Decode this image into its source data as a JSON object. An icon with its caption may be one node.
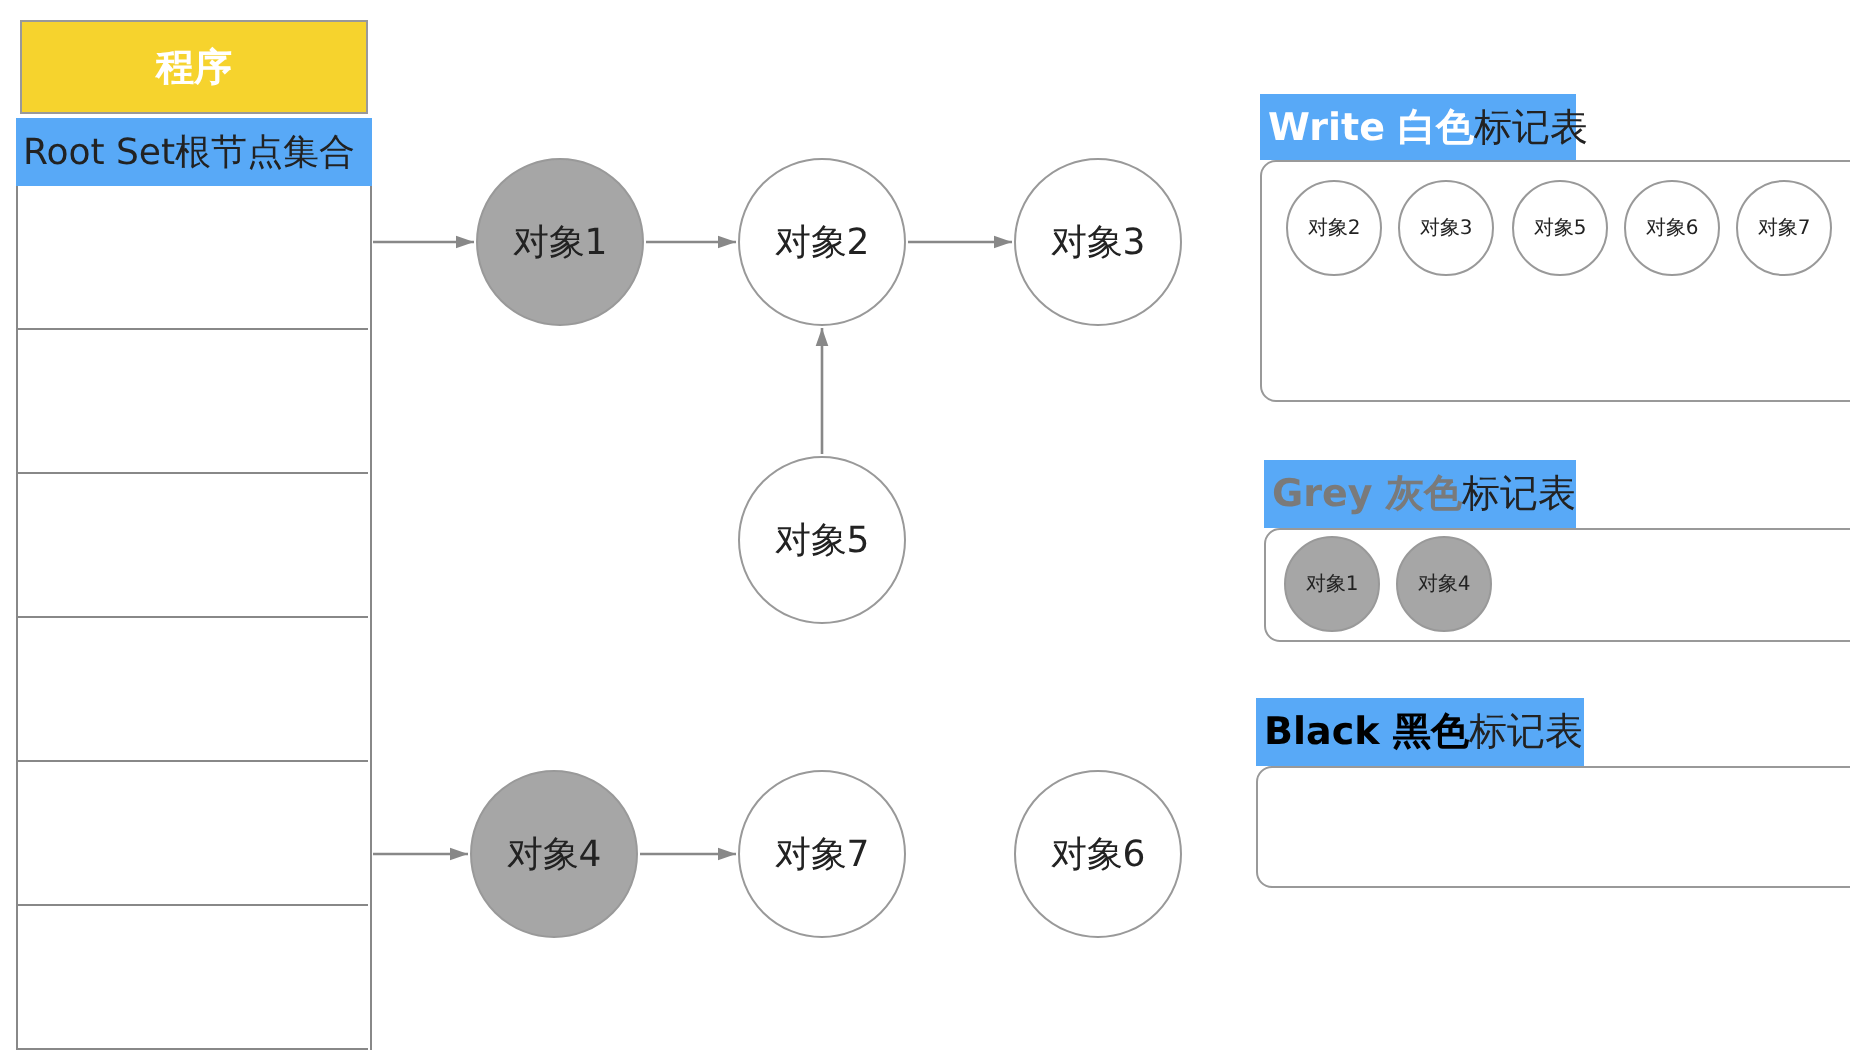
{
  "diagram": {
    "nodes": [
      {
        "text": [
          "程序"
        ]
      },
      {
        "text": [
          "Root Set根节点集合"
        ]
      },
      {
        "text": [],
        "shape": "box",
        "in": 1
      },
      {
        "text": [],
        "shape": "box",
        "in": 1
      },
      {
        "text": [],
        "shape": "box",
        "in": 1
      },
      {
        "text": [],
        "shape": "box",
        "in": 1
      },
      {
        "text": [],
        "shape": "box",
        "in": 1
      },
      {
        "text": [],
        "shape": "box",
        "in": 1
      },
      {
        "text": [
          "对象1"
        ]
      },
      {
        "text": [
          "对象2"
        ]
      },
      {
        "text": [
          "对象3"
        ]
      },
      {
        "text": [
          "对象5"
        ]
      },
      {
        "text": [
          "对象4"
        ]
      },
      {
        "text": [
          "对象7"
        ]
      },
      {
        "text": [
          "对象6"
        ]
      },
      {
        "text": [
          "**Write 白色**标记表"
        ]
      },
      {
        "text": [
          "对象2"
        ],
        "in": 15
      },
      {
        "text": [
          "对象3"
        ],
        "in": 15
      },
      {
        "text": [
          "对象5"
        ],
        "in": 15
      },
      {
        "text": [
          "对象6"
        ],
        "in": 15
      },
      {
        "text": [
          "对象7"
        ],
        "in": 15
      },
      {
        "text": [
          "**Grey 灰色**标记表"
        ]
      },
      {
        "text": [
          "对象1"
        ],
        "in": 21
      },
      {
        "text": [
          "对象4"
        ],
        "in": 21
      },
      {
        "text": [
          "**Black 黑色**标记表"
        ]
      }
    ],
    "edges": [
      {
        "from": 2,
        "to": 8,
        "arrow": "to"
      },
      {
        "from": 8,
        "to": 9,
        "arrow": "to"
      },
      {
        "from": 9,
        "to": 10,
        "arrow": "to"
      },
      {
        "from": 11,
        "to": 9,
        "arrow": "to"
      },
      {
        "from": 6,
        "to": 12,
        "arrow": "to"
      },
      {
        "from": 12,
        "to": 13,
        "arrow": "to"
      }
    ]
  }
}
